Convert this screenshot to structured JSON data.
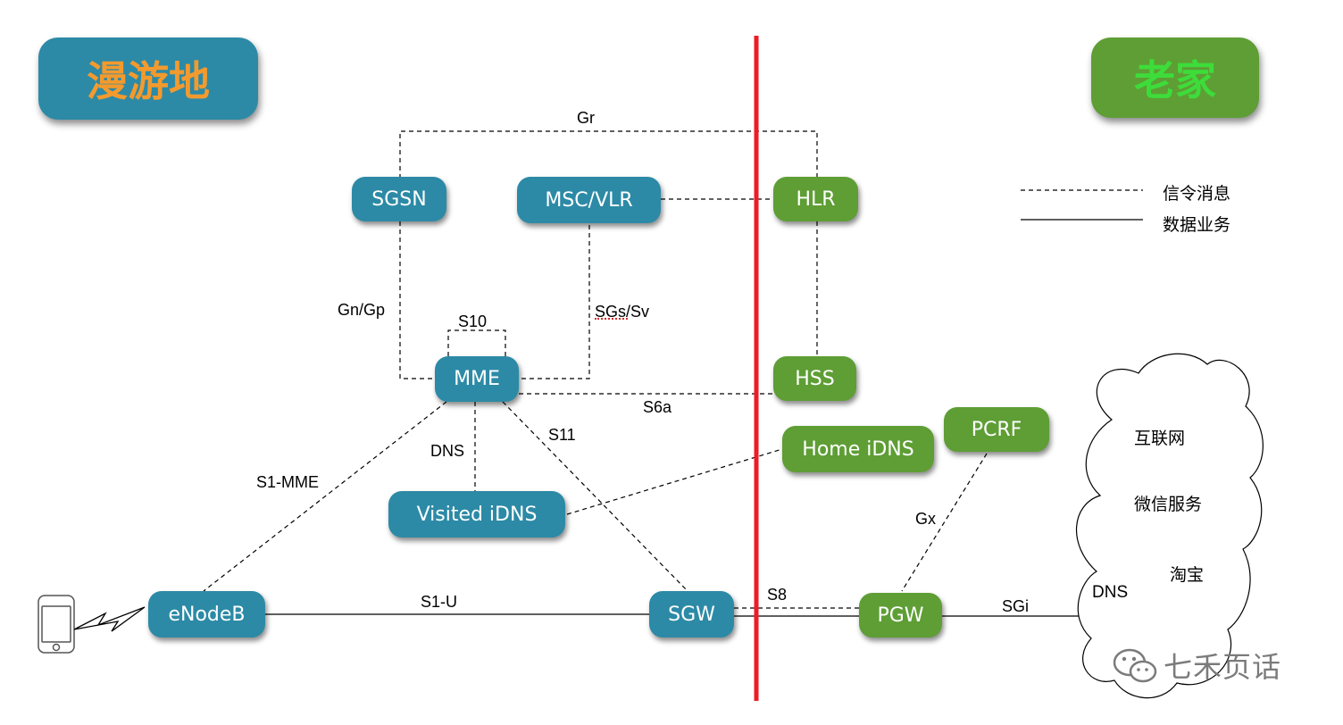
{
  "header": {
    "roaming_label": "漫游地",
    "home_label": "老家"
  },
  "nodes": {
    "sgsn": "SGSN",
    "msc_vlr": "MSC/VLR",
    "hlr": "HLR",
    "mme": "MME",
    "hss": "HSS",
    "pcrf": "PCRF",
    "home_idns": "Home iDNS",
    "visited_idns": "Visited iDNS",
    "enodeb": "eNodeB",
    "sgw": "SGW",
    "pgw": "PGW"
  },
  "interfaces": {
    "gr": "Gr",
    "gn_gp": "Gn/Gp",
    "s10": "S10",
    "sgs_sv": "SGs/Sv",
    "s6a": "S6a",
    "s11": "S11",
    "dns": "DNS",
    "s1_mme": "S1-MME",
    "s1_u": "S1-U",
    "s8": "S8",
    "gx": "Gx",
    "sgi": "SGi"
  },
  "legend": {
    "signaling": "信令消息",
    "data": "数据业务"
  },
  "cloud": {
    "internet": "互联网",
    "wechat": "微信服务",
    "taobao": "淘宝",
    "dns": "DNS"
  },
  "watermark": "七禾页话",
  "colors": {
    "roaming_fill": "#2c8aa6",
    "home_fill": "#5e9e35",
    "roaming_text": "#f39a2e",
    "home_text": "#3ddc3a",
    "boundary": "#ee1c24"
  }
}
